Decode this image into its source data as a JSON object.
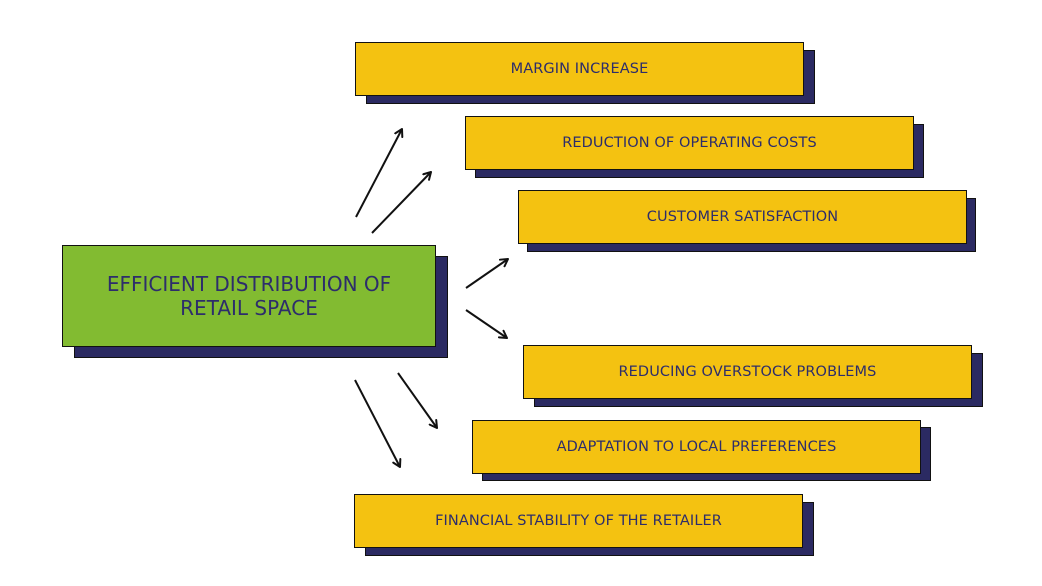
{
  "diagram": {
    "center": {
      "label_line1": "EFFICIENT DISTRIBUTION OF",
      "label_line2": "RETAIL SPACE",
      "color": "#82bb31"
    },
    "outcomes": [
      {
        "label": "MARGIN INCREASE"
      },
      {
        "label": "REDUCTION OF OPERATING COSTS"
      },
      {
        "label": "CUSTOMER SATISFACTION"
      },
      {
        "label": "REDUCING OVERSTOCK PROBLEMS"
      },
      {
        "label": "ADAPTATION TO LOCAL PREFERENCES"
      },
      {
        "label": "FINANCIAL STABILITY OF THE RETAILER"
      }
    ],
    "colors": {
      "outcome_fill": "#f4c211",
      "shadow": "#2b2a62",
      "text": "#2d2d6b",
      "arrow": "#111111"
    }
  }
}
